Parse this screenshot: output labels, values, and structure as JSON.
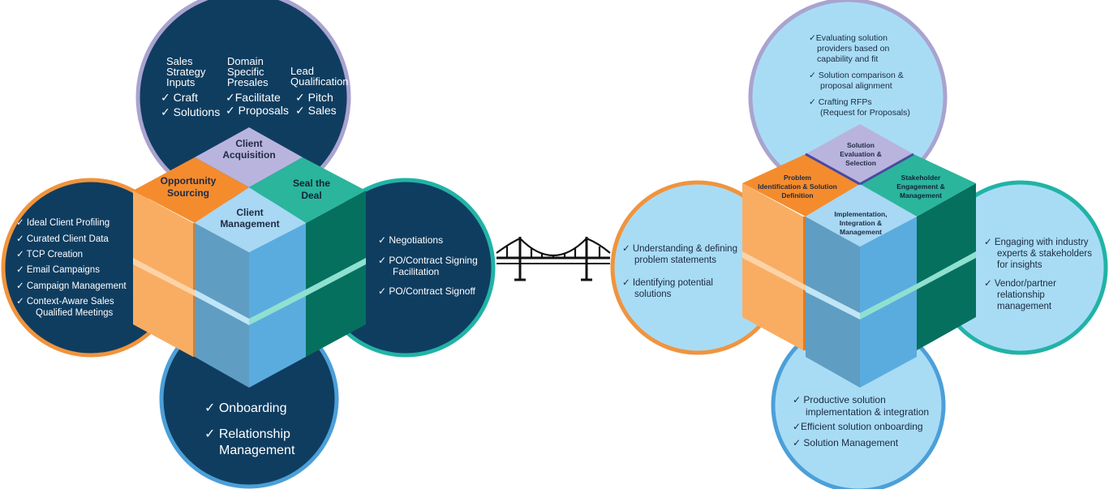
{
  "left": {
    "top_circle": {
      "col1": [
        "Sales",
        "Strategy",
        "Inputs"
      ],
      "col2": [
        "Domain",
        "Specific",
        "Presales"
      ],
      "col3": [
        "Lead",
        "Qualification"
      ],
      "checks_col1": [
        "✓ Craft",
        "✓ Solutions"
      ],
      "checks_col2": [
        "✓Facilitate",
        "✓ Proposals"
      ],
      "checks_col3": [
        "✓ Pitch",
        "✓ Sales"
      ]
    },
    "left_circle": {
      "items": [
        [
          "✓ Ideal Client Profiling"
        ],
        [
          "✓ Curated Client Data"
        ],
        [
          "✓ TCP Creation"
        ],
        [
          "✓ Email Campaigns"
        ],
        [
          "✓ Campaign Management"
        ],
        [
          "✓ Context-Aware Sales",
          "Qualified Meetings"
        ]
      ]
    },
    "right_circle": {
      "items": [
        [
          "✓ Negotiations"
        ],
        [
          "✓ PO/Contract Signing",
          "Facilitation"
        ],
        [
          "✓ PO/Contract Signoff"
        ]
      ]
    },
    "bottom_circle": {
      "items": [
        [
          "✓ Onboarding"
        ],
        [
          "✓ Relationship",
          "Management"
        ]
      ]
    },
    "cube": {
      "top_label": [
        "Client",
        "Acquisition"
      ],
      "left_label": [
        "Opportunity",
        "Sourcing"
      ],
      "right_label": [
        "Seal the",
        "Deal"
      ],
      "center_label": [
        "Client",
        "Management"
      ]
    }
  },
  "right": {
    "top_circle": {
      "items": [
        [
          "✓Evaluating solution",
          "providers based on",
          "capability and fit"
        ],
        [
          "✓ Solution comparison &",
          "proposal alignment"
        ],
        [
          "✓ Crafting RFPs",
          "(Request for Proposals)"
        ]
      ]
    },
    "left_circle": {
      "items": [
        [
          "✓ Understanding & defining",
          "problem statements"
        ],
        [
          "✓ Identifying potential",
          "solutions"
        ]
      ]
    },
    "right_circle": {
      "items": [
        [
          "✓ Engaging with industry",
          "experts & stakeholders",
          "for insights"
        ],
        [
          "✓ Vendor/partner",
          "relationship",
          "management"
        ]
      ]
    },
    "bottom_circle": {
      "items": [
        [
          "✓ Productive solution",
          "implementation & integration"
        ],
        [
          "✓Efficient solution onboarding"
        ],
        [
          "✓ Solution Management"
        ]
      ]
    },
    "cube": {
      "top_label": [
        "Solution",
        "Evaluation &",
        "Selection"
      ],
      "left_label": [
        "Problem",
        "Identification & Solution",
        "Definition"
      ],
      "right_label": [
        "Stakeholder",
        "Engagement &",
        "Management"
      ],
      "center_label": [
        "Implementation,",
        "Integration &",
        "Management"
      ]
    }
  },
  "colors": {
    "navy": "#0f3d60",
    "light_blue": "#a8dcf5",
    "lavender_ring": "#a9a3cf",
    "orange_ring": "#f0943e",
    "teal_ring": "#21b3a6",
    "blue_ring": "#4c9fd8",
    "orange_top": "#f48c2e",
    "orange_side": "#f9ad62",
    "teal_top": "#2bb59d",
    "teal_side": "#05705e",
    "lavender_top": "#b8b4dd",
    "blue_top": "#a8d8f3",
    "blue_left": "#5f9dc2",
    "blue_right": "#5aacdf"
  }
}
